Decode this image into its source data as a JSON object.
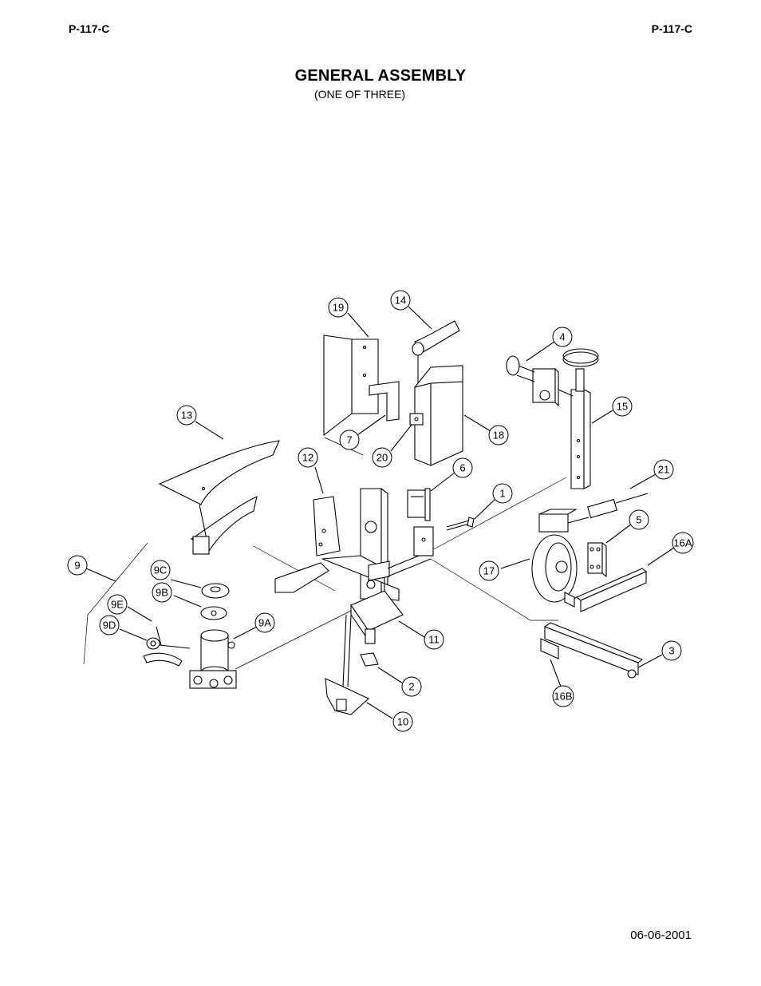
{
  "header": {
    "code_left": "P-117-C",
    "code_right": "P-117-C"
  },
  "title": "GENERAL ASSEMBLY",
  "subtitle": "(ONE OF THREE)",
  "footer": {
    "date": "06-06-2001"
  },
  "callouts": [
    "19",
    "14",
    "4",
    "13",
    "15",
    "7",
    "20",
    "18",
    "12",
    "6",
    "21",
    "1",
    "5",
    "16A",
    "9",
    "9C",
    "17",
    "9B",
    "9E",
    "9A",
    "11",
    "9D",
    "3",
    "2",
    "16B",
    "10"
  ]
}
